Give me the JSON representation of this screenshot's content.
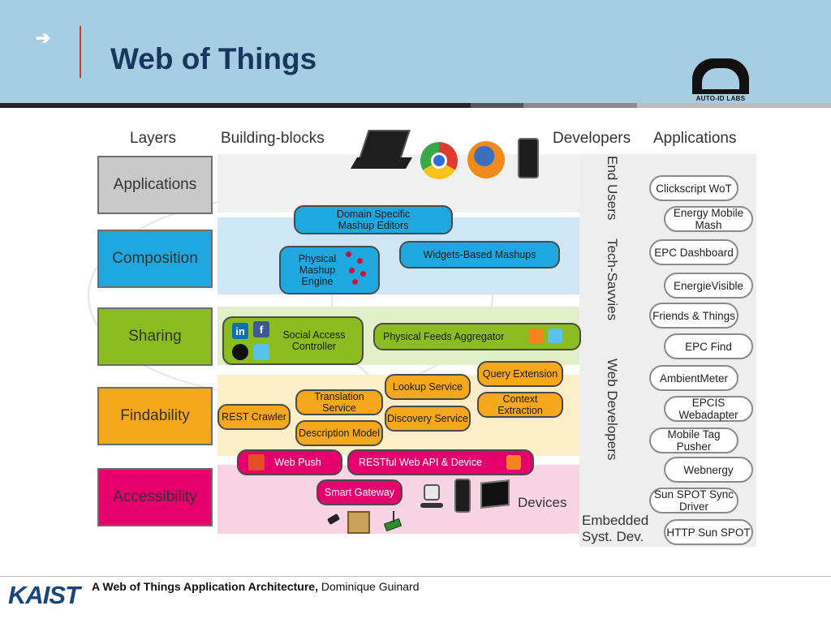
{
  "slide": {
    "title": "Web of Things",
    "nav_arrow": "➔",
    "logo_text": "AUTO-ID LABS"
  },
  "diagram": {
    "column_headers": {
      "layers": "Layers",
      "building_blocks": "Building-blocks",
      "developers": "Developers",
      "applications": "Applications"
    },
    "layers": [
      "Applications",
      "Composition",
      "Sharing",
      "Findability",
      "Accessibility"
    ],
    "blocks": {
      "domain_mashup": "Domain Specific Mashup Editors",
      "physical_mashup": "Physical Mashup Engine",
      "widgets_mashups": "Widgets-Based Mashups",
      "social_access": "Social Access Controller",
      "feeds_aggregator": "Physical Feeds Aggregator",
      "query_extension": "Query Extension",
      "lookup_service": "Lookup Service",
      "translation_service": "Translation Service",
      "context_extraction": "Context Extraction",
      "rest_crawler": "REST Crawler",
      "discovery_service": "Discovery Service",
      "description_model": "Description Model",
      "web_push": "Web Push",
      "restful_api": "RESTful Web API & Device",
      "smart_gateway": "Smart Gateway",
      "devices": "Devices"
    },
    "social_icons": {
      "linkedin": "in",
      "facebook": "f"
    },
    "developer_groups": [
      "End Users",
      "Tech-Savvies",
      "Web Developers"
    ],
    "embedded_label": "Embedded Syst. Dev.",
    "applications": [
      "Clickscript WoT",
      "Energy Mobile Mash",
      "EPC Dashboard",
      "EnergieVisible",
      "Friends & Things",
      "EPC Find",
      "AmbientMeter",
      "EPCIS Webadapter",
      "Mobile Tag Pusher",
      "Webnergy",
      "Sun SPOT Sync Driver",
      "HTTP Sun SPOT"
    ]
  },
  "footer": {
    "university": "KAIST",
    "citation_bold": "A Web of Things Application Architecture,",
    "citation_author": " Dominique Guinard"
  },
  "colors": {
    "header_bg": "#a7cde3",
    "title": "#15385c",
    "composition": "#1fa7df",
    "sharing": "#8bbd21",
    "findability": "#f5a81c",
    "accessibility": "#e6006e"
  }
}
